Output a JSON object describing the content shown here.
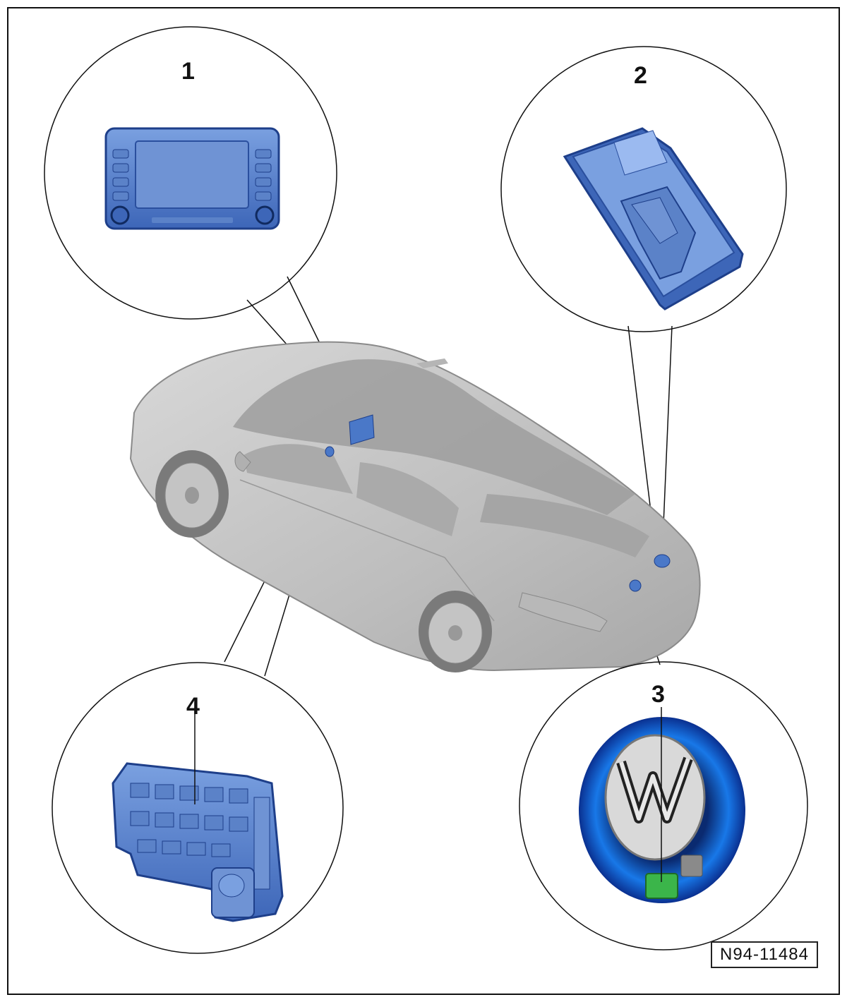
{
  "callouts": [
    {
      "number": "1",
      "component": "infotainment-display-unit"
    },
    {
      "number": "2",
      "component": "trunk-control-module"
    },
    {
      "number": "3",
      "component": "rear-emblem-camera"
    },
    {
      "number": "4",
      "component": "fuse-relay-box"
    }
  ],
  "reference_code": "N94-11484",
  "colors": {
    "highlight_blue": "#4a78c8",
    "highlight_dark": "#1e3f8a",
    "car_body": "#c9c9c9",
    "outline": "#111111",
    "emblem_ring": "#1060d0",
    "camera_green": "#3bb54a"
  }
}
